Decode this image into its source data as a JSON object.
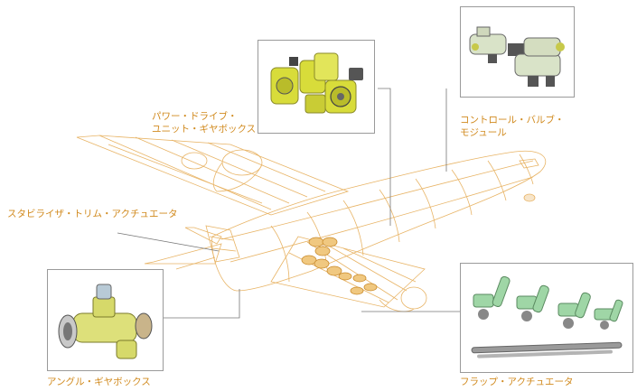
{
  "colors": {
    "label": "#d18a1e",
    "wireframe": "#e8b466",
    "leader_line": "#777777",
    "box_border": "#9a9a9a",
    "part_yellow": "#d8dc3a",
    "part_green": "#9fd6a6",
    "part_metal": "#9a9a9a"
  },
  "labels": {
    "power_drive": [
      "パワー・ドライブ・",
      "ユニット・ギヤボックス"
    ],
    "control_valve": [
      "コントロール・バルブ・",
      "モジュール"
    ],
    "stabilizer": "スタビライザ・トリム・アクチュエータ",
    "angle_gearbox": "アングル・ギヤボックス",
    "flap_actuator": "フラップ・アクチュエータ"
  },
  "icons": {
    "aircraft": "aircraft-wireframe-icon",
    "power_drive_photo": "gearbox-photo-icon",
    "control_valve_photo": "valve-module-photo-icon",
    "angle_gearbox_photo": "angle-gearbox-photo-icon",
    "flap_actuator_photo": "flap-actuator-photo-icon"
  }
}
